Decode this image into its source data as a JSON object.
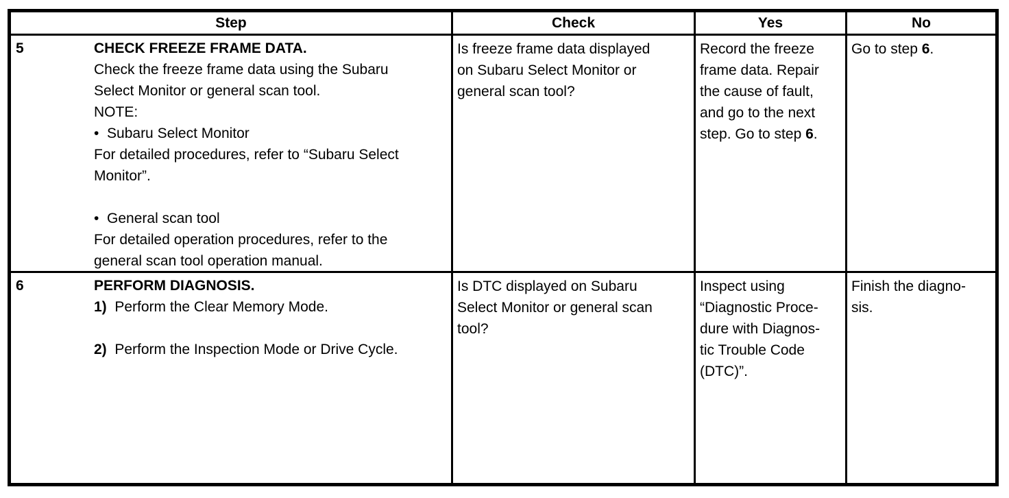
{
  "colors": {
    "background": "#ffffff",
    "text": "#000000",
    "border": "#000000"
  },
  "table": {
    "headers": {
      "step": "Step",
      "check": "Check",
      "yes": "Yes",
      "no": "No"
    },
    "rows": [
      {
        "number": "5",
        "title": "CHECK FREEZE FRAME DATA.",
        "body": "Check the freeze frame data using the Subaru\nSelect Monitor or general scan tool.\nNOTE:\n•  Subaru Select Monitor\nFor detailed procedures, refer to “Subaru Select\nMonitor”.\n\n•  General scan tool\nFor detailed operation procedures, refer to the\ngeneral scan tool operation manual.",
        "check": "Is freeze frame data displayed\non Subaru Select Monitor or\ngeneral scan tool?",
        "yes": "Record the freeze\nframe data. Repair\nthe cause of fault,\nand go to the next\nstep. Go to step **6**.",
        "no": "Go to step **6**."
      },
      {
        "number": "6",
        "title": "PERFORM DIAGNOSIS.",
        "body": "**1)**  Perform the Clear Memory Mode.\n\n**2)**  Perform the Inspection Mode or Drive Cycle.",
        "check": "Is DTC displayed on Subaru\nSelect Monitor or general scan\ntool?",
        "yes": "Inspect using\n“Diagnostic Proce-\ndure with Diagnos-\ntic Trouble Code\n(DTC)”.",
        "no": "Finish the diagno-\nsis."
      }
    ]
  }
}
